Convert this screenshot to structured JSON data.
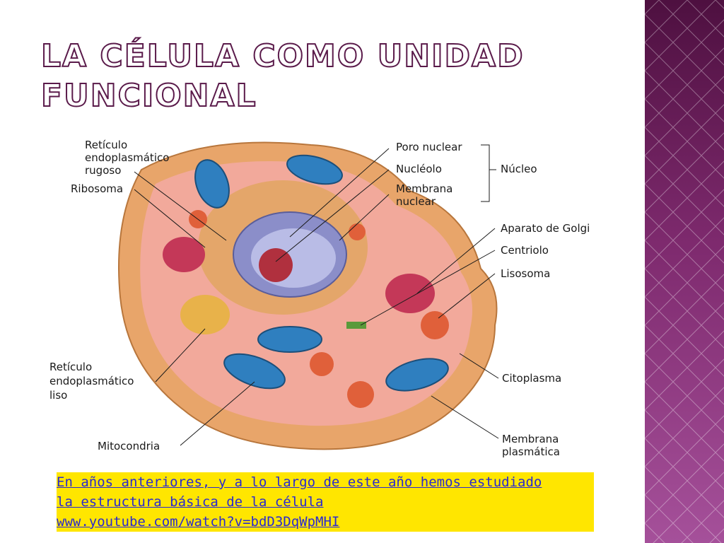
{
  "slide": {
    "title_line1": "La célula como unidad",
    "title_line2": "funcional"
  },
  "diagram": {
    "labels": {
      "rer": [
        "Retículo",
        "endoplasmático",
        "rugoso"
      ],
      "ribosoma": "Ribosoma",
      "poro_nuclear": "Poro nuclear",
      "nucleolo": "Nucléolo",
      "membrana_nuclear": [
        "Membrana",
        "nuclear"
      ],
      "nucleo": "Núcleo",
      "golgi": "Aparato de Golgi",
      "centriolo": "Centriolo",
      "lisosoma": "Lisosoma",
      "citoplasma": "Citoplasma",
      "membrana_plasmatica": [
        "Membrana",
        "plasmática"
      ],
      "rel": [
        "Retículo",
        "endoplasmático",
        "liso"
      ],
      "mitocondria": "Mitocondria"
    },
    "colors": {
      "membrane": "#e8a56a",
      "cytoplasm": "#f2a99b",
      "mitochondria": "#2f7fbf",
      "nucleus": "#8b8ec9",
      "nucleolus": "#b0303e",
      "golgi": "#c43858",
      "er": "#d9a441",
      "lysosome": "#e0603a"
    }
  },
  "caption": {
    "line1": "En años anteriores, y a lo largo de este año hemos estudiado",
    "line2": "la estructura básica de la célula",
    "link": "www.youtube.com/watch?v=bdD3DqWpMHI"
  }
}
